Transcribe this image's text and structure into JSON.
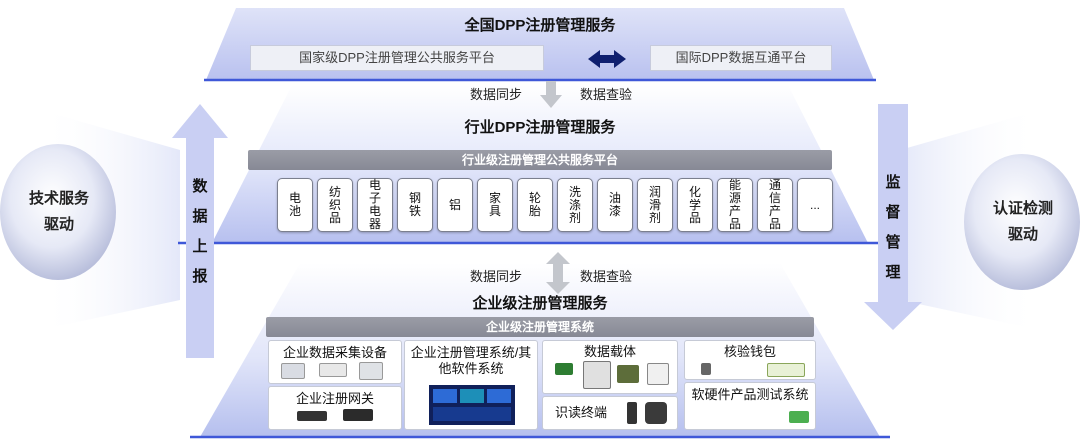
{
  "top": {
    "title": "全国DPP注册管理服务",
    "left_platform": "国家级DPP注册管理公共服务平台",
    "right_platform": "国际DPP数据互通平台"
  },
  "sync1": {
    "left": "数据同步",
    "right": "数据查验"
  },
  "industry": {
    "title": "行业DPP注册管理服务",
    "bar": "行业级注册管理公共服务平台",
    "categories": [
      "电池",
      "纺织品",
      "电子电器",
      "钢铁",
      "铝",
      "家具",
      "轮胎",
      "洗涤剂",
      "油漆",
      "润滑剂",
      "化学品",
      "能源产品",
      "通信产品",
      "..."
    ]
  },
  "sync2": {
    "left": "数据同步",
    "right": "数据查验"
  },
  "enterprise": {
    "title": "企业级注册管理服务",
    "bar": "企业级注册管理系统",
    "data_collect": "企业数据采集设备",
    "gateway": "企业注册网关",
    "software": "企业注册管理系统/其他软件系统",
    "carrier": "数据载体",
    "terminal": "识读终端",
    "wallet": "核验钱包",
    "test_system": "软硬件产品测试系统"
  },
  "left_side": {
    "circle": "技术服务驱动",
    "arrow_label": "数据上报"
  },
  "right_side": {
    "circle": "认证检测驱动",
    "arrow_label": "监督管理"
  }
}
